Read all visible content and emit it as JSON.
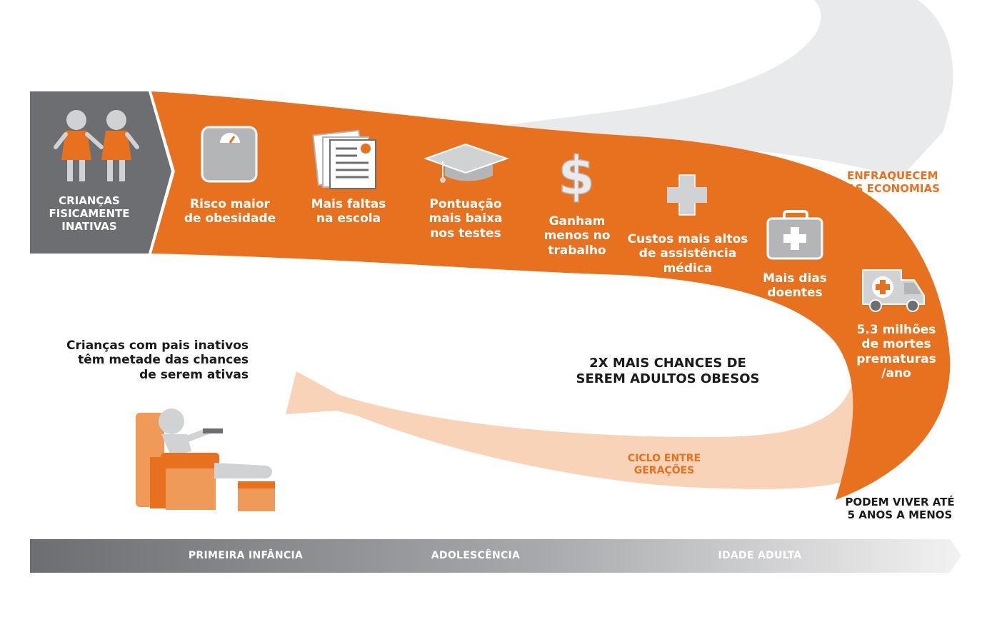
{
  "start_box": {
    "label": "CRIANÇAS\nFISICAMENTE\nINATIVAS"
  },
  "band_items": [
    {
      "label": "Risco maior\nde obesidade",
      "icon": "scale-icon"
    },
    {
      "label": "Mais faltas\nna escola",
      "icon": "papers-icon"
    },
    {
      "label": "Pontuação\nmais baixa\nnos testes",
      "icon": "graduation-cap-icon"
    },
    {
      "label": "Ganham\nmenos no\ntrabalho",
      "icon": "dollar-icon"
    },
    {
      "label": "Custos mais altos\nde assistência\nmédica",
      "icon": "medical-cross-icon"
    },
    {
      "label": "Mais dias\ndoentes",
      "icon": "first-aid-kit-icon"
    },
    {
      "label": "5.3 milhões\nde mortes\nprematuras\n/ano",
      "icon": "ambulance-icon"
    }
  ],
  "economies_label": "ENFRAQUECEM\nAS ECONOMIAS",
  "obese_label": "2X MAIS CHANCES DE\nSEREM ADULTOS OBESOS",
  "parents_label": "Crianças com pais inativos\ntêm metade das chances\nde serem ativas",
  "cycle_label": "CICLO ENTRE\nGERAÇÕES",
  "lifespan_label": "PODEM VIVER ATÉ\n5 ANOS A MENOS",
  "timeline": {
    "stages": [
      "PRIMEIRA INFÂNCIA",
      "ADOLESCÊNCIA",
      "IDADE ADULTA"
    ]
  },
  "colors": {
    "orange": "#e8711f",
    "peach": "#f9d3b7",
    "dark_gray": "#6d6e71",
    "light_gray": "#e9eaeb",
    "icon_gray": "#b4b5b7"
  }
}
